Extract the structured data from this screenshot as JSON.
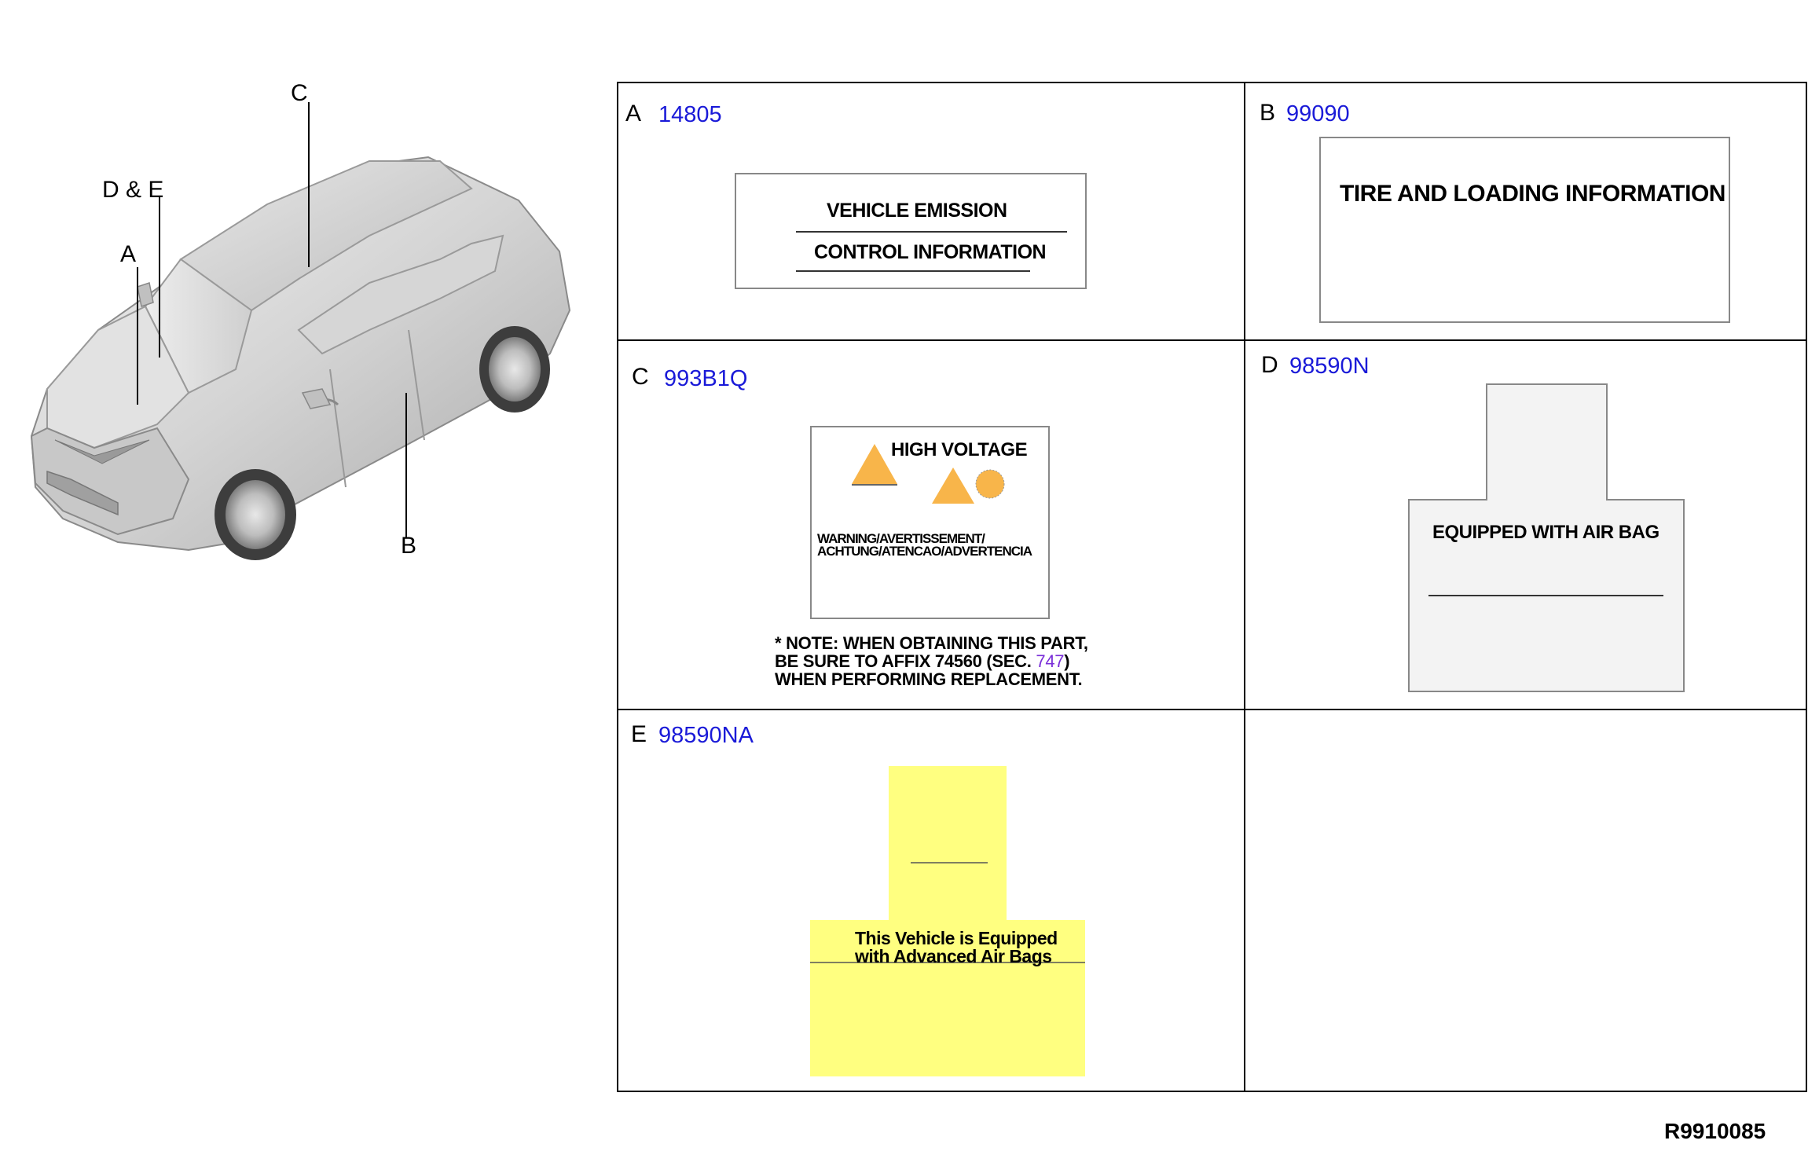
{
  "overview": {
    "callouts": {
      "c": "C",
      "de": "D & E",
      "a": "A",
      "b": "B"
    }
  },
  "panels": {
    "a": {
      "letter": "A",
      "code": "14805",
      "line1": "VEHICLE EMISSION",
      "line2": "CONTROL INFORMATION"
    },
    "b": {
      "letter": "B",
      "code": "99090",
      "title": "TIRE AND LOADING INFORMATION"
    },
    "c": {
      "letter": "C",
      "code": "993B1Q",
      "high_voltage": "HIGH VOLTAGE",
      "warning_line1": "WARNING/AVERTISSEMENT/",
      "warning_line2": "ACHTUNG/ATENCAO/ADVERTENCIA",
      "note_line1": "* NOTE: WHEN OBTAINING THIS PART,",
      "note_line2_prefix": "BE SURE TO AFFIX 74560 (SEC.",
      "note_line2_link": "747",
      "note_line2_suffix": ")",
      "note_line3": "WHEN PERFORMING REPLACEMENT.",
      "colors": {
        "triangle": "#f8b54a",
        "link": "#7a2fd8"
      }
    },
    "d": {
      "letter": "D",
      "code": "98590N",
      "text": "EQUIPPED WITH AIR BAG",
      "colors": {
        "fill": "#f3f3f3"
      }
    },
    "e": {
      "letter": "E",
      "code": "98590NA",
      "line1": "This Vehicle is Equipped",
      "line2": "with Advanced Air Bags",
      "colors": {
        "fill": "#ffff80"
      }
    }
  },
  "figure_id": "R9910085",
  "colors": {
    "code_text": "#1a1ad8"
  }
}
